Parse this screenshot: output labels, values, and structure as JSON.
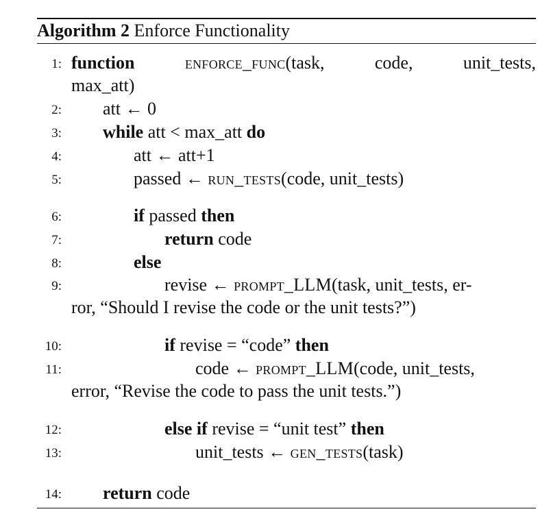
{
  "caption": {
    "label": "Algorithm 2",
    "title": "Enforce Functionality"
  },
  "lines": [
    {
      "num": "1:",
      "kw": "function",
      "name": "enforce_func",
      "args": "(task,",
      "a2": "code,",
      "a3": "unit_tests,",
      "cont": "max_att)"
    },
    {
      "num": "2:",
      "text": "att ← 0"
    },
    {
      "num": "3:",
      "kw": "while",
      "cond": " att < max_att ",
      "kw2": "do"
    },
    {
      "num": "4:",
      "text": "att ← att+1"
    },
    {
      "num": "5:",
      "pre": "passed ← ",
      "name": "run_tests",
      "post": "(code, unit_tests)"
    },
    {
      "num": "6:",
      "kw": "if",
      "cond": " passed ",
      "kw2": "then"
    },
    {
      "num": "7:",
      "kw": "return",
      "post": " code"
    },
    {
      "num": "8:",
      "kw": "else"
    },
    {
      "num": "9:",
      "pre": "revise ← ",
      "name": "prompt_LLM",
      "post": "(task, unit_tests, er-",
      "cont": "ror, “Should I revise the code or the unit tests?”)"
    },
    {
      "num": "10:",
      "kw": "if",
      "cond": " revise = “code” ",
      "kw2": "then"
    },
    {
      "num": "11:",
      "pre": "code ← ",
      "name": "prompt_LLM",
      "post": "(code, unit_tests,",
      "cont": "error, “Revise the code to pass the unit tests.”)"
    },
    {
      "num": "12:",
      "kw": "else if",
      "cond": " revise = “unit test” ",
      "kw2": "then"
    },
    {
      "num": "13:",
      "pre": "unit_tests ← ",
      "name": "gen_tests",
      "post": "(task)"
    },
    {
      "num": "14:",
      "kw": "return",
      "post": " code"
    }
  ]
}
